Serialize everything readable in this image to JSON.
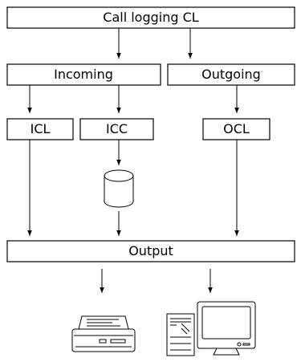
{
  "diagram": {
    "title_box": "Call logging CL",
    "incoming_box": "Incoming",
    "outgoing_box": "Outgoing",
    "icl_box": "ICL",
    "icc_box": "ICC",
    "ocl_box": "OCL",
    "output_box": "Output",
    "devices": {
      "storage": "database-cylinder-icon",
      "printer": "printer-icon",
      "computer": "desktop-computer-icon"
    }
  }
}
